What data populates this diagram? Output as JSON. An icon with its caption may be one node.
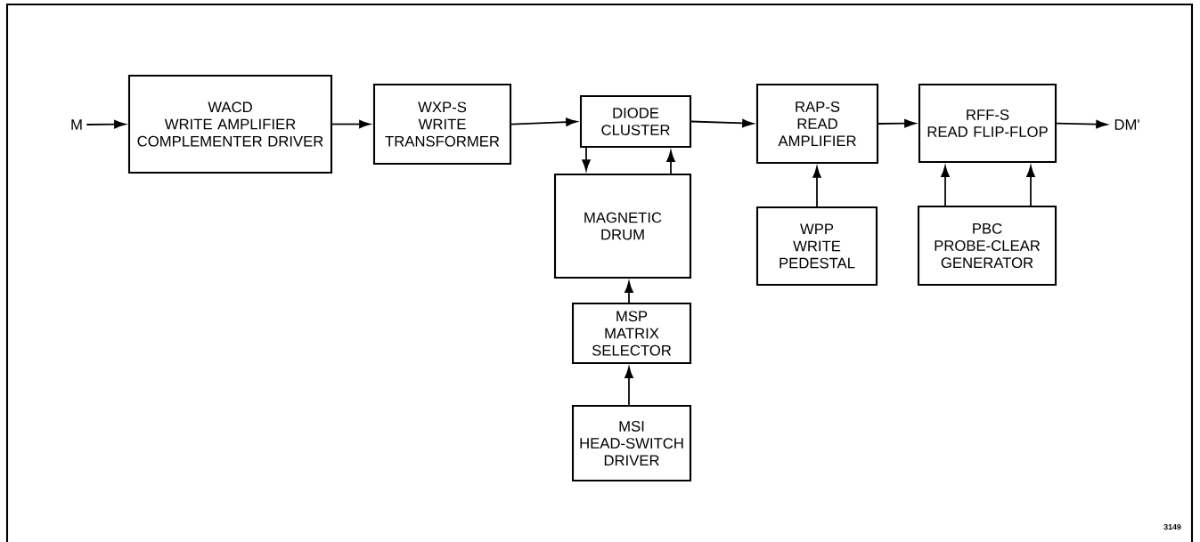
{
  "diagram": {
    "nodes": [
      {
        "text": [
          "M"
        ]
      },
      {
        "text": [
          "WACD",
          "WRITE AMPLIFIER COMPLEMENTER DRIVER"
        ]
      },
      {
        "text": [
          "WXP-S",
          "WRITE TRANSFORMER"
        ]
      },
      {
        "text": [
          "DIODE CLUSTER"
        ]
      },
      {
        "text": [
          "MAGNETIC DRUM"
        ]
      },
      {
        "text": [
          "MSP",
          "MATRIX SELECTOR"
        ]
      },
      {
        "text": [
          "MSI",
          "HEAD-SWITCH DRIVER"
        ]
      },
      {
        "text": [
          "RAP-S",
          "READ AMPLIFIER"
        ]
      },
      {
        "text": [
          "WPP",
          "WRITE PEDESTAL"
        ]
      },
      {
        "text": [
          "RFF-S",
          "READ FLIP-FLOP"
        ]
      },
      {
        "text": [
          "PBC",
          "PROBE-CLEAR GENERATOR"
        ]
      },
      {
        "text": [
          "DM'"
        ]
      }
    ],
    "edges": [
      {
        "from": 0,
        "to": 1,
        "arrow": "to"
      },
      {
        "from": 1,
        "to": 2,
        "arrow": "to"
      },
      {
        "from": 2,
        "to": 3,
        "arrow": "to"
      },
      {
        "from": 3,
        "to": 4,
        "arrow": "to"
      },
      {
        "from": 4,
        "to": 3,
        "arrow": "to"
      },
      {
        "from": 5,
        "to": 4,
        "arrow": "to"
      },
      {
        "from": 6,
        "to": 5,
        "arrow": "to"
      },
      {
        "from": 3,
        "to": 7,
        "arrow": "to"
      },
      {
        "from": 8,
        "to": 7,
        "arrow": "to"
      },
      {
        "from": 7,
        "to": 9,
        "arrow": "to"
      },
      {
        "from": 10,
        "to": 9,
        "arrow": "to"
      },
      {
        "from": 10,
        "to": 9,
        "arrow": "to"
      },
      {
        "from": 9,
        "to": 11,
        "arrow": "to"
      }
    ],
    "labels": [
      "3149"
    ]
  }
}
